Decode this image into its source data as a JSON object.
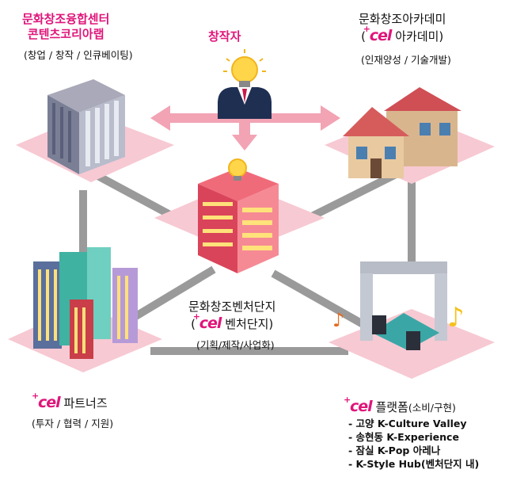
{
  "center_labels": {
    "creator": "창작자",
    "fusion_center_line1": "문화창조융합센터",
    "fusion_center_line2": "콘텐츠코리아랩",
    "fusion_center_sub": "(창업 / 창작 / 인큐베이팅)",
    "academy_line1": "문화창조아카데미",
    "academy_paren_open": "(",
    "academy_name": "아카데미",
    "academy_paren_close": ")",
    "academy_sub": "(인재양성 / 기술개발)",
    "venture_line1": "문화창조벤처단지",
    "venture_paren_open": "(",
    "venture_name": "벤처단지)",
    "venture_sub": "(기획/제작/사업화)",
    "partners_name": "파트너즈",
    "partners_sub": "(투자 / 협력 / 지원)",
    "platform_name": "플랫폼",
    "platform_sub": "(소비/구현)",
    "cel_logo": "cel"
  },
  "platform_items": [
    "- 고양 K-Culture Valley",
    "- 송현동 K-Experience",
    "- 잠실 K-Pop 아레나",
    "- K-Style Hub(벤처단지 내)"
  ],
  "colors": {
    "brand_pink": "#e0157a",
    "pad_pink": "#f7c9d3",
    "connector_gray": "#9a9a9a"
  }
}
